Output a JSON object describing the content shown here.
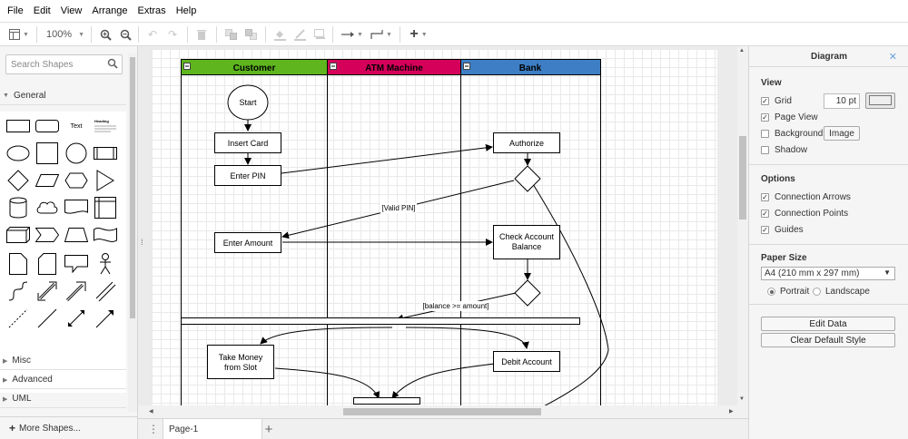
{
  "menu": [
    "File",
    "Edit",
    "View",
    "Arrange",
    "Extras",
    "Help"
  ],
  "toolbar": {
    "zoom": "100%",
    "icons": [
      "page-view-icon",
      "zoom-in-icon",
      "zoom-out-icon",
      "undo-icon",
      "redo-icon",
      "delete-icon",
      "to-front-icon",
      "to-back-icon",
      "fill-color-icon",
      "line-color-icon",
      "shadow-icon",
      "connection-icon",
      "waypoints-icon",
      "insert-icon"
    ]
  },
  "sidebar": {
    "search_placeholder": "Search Shapes",
    "sections": {
      "general": "General",
      "misc": "Misc",
      "advanced": "Advanced",
      "uml": "UML"
    },
    "shape_text_label": "Text",
    "shape_heading_label": "Heading",
    "more_shapes": "More Shapes..."
  },
  "diagram": {
    "lanes": [
      {
        "title": "Customer",
        "color": "#5eb51d"
      },
      {
        "title": "ATM Machine",
        "color": "#d5005a"
      },
      {
        "title": "Bank",
        "color": "#3d7ec4"
      }
    ],
    "nodes": {
      "start": "Start",
      "insert_card": "Insert Card",
      "enter_pin": "Enter PIN",
      "authorize": "Authorize",
      "enter_amount": "Enter Amount",
      "check_balance_line1": "Check Account",
      "check_balance_line2": "Balance",
      "take_money_line1": "Take Money",
      "take_money_line2": "from Slot",
      "debit_account": "Debit Account"
    },
    "edge_labels": {
      "valid_pin": "[Valid PIN]",
      "balance": "[balance >= amount]"
    }
  },
  "page_tabs": {
    "current": "Page-1"
  },
  "format_panel": {
    "title": "Diagram",
    "view": {
      "title": "View",
      "grid": {
        "label": "Grid",
        "checked": true,
        "size": "10 pt"
      },
      "page_view": {
        "label": "Page View",
        "checked": true
      },
      "background": {
        "label": "Background",
        "checked": false,
        "button": "Image"
      },
      "shadow": {
        "label": "Shadow",
        "checked": false
      }
    },
    "options": {
      "title": "Options",
      "connection_arrows": {
        "label": "Connection Arrows",
        "checked": true
      },
      "connection_points": {
        "label": "Connection Points",
        "checked": true
      },
      "guides": {
        "label": "Guides",
        "checked": true
      }
    },
    "paper_size": {
      "title": "Paper Size",
      "selected": "A4 (210 mm x 297 mm)",
      "portrait": "Portrait",
      "landscape": "Landscape",
      "orientation": "portrait"
    },
    "buttons": {
      "edit_data": "Edit Data",
      "clear_style": "Clear Default Style"
    }
  }
}
